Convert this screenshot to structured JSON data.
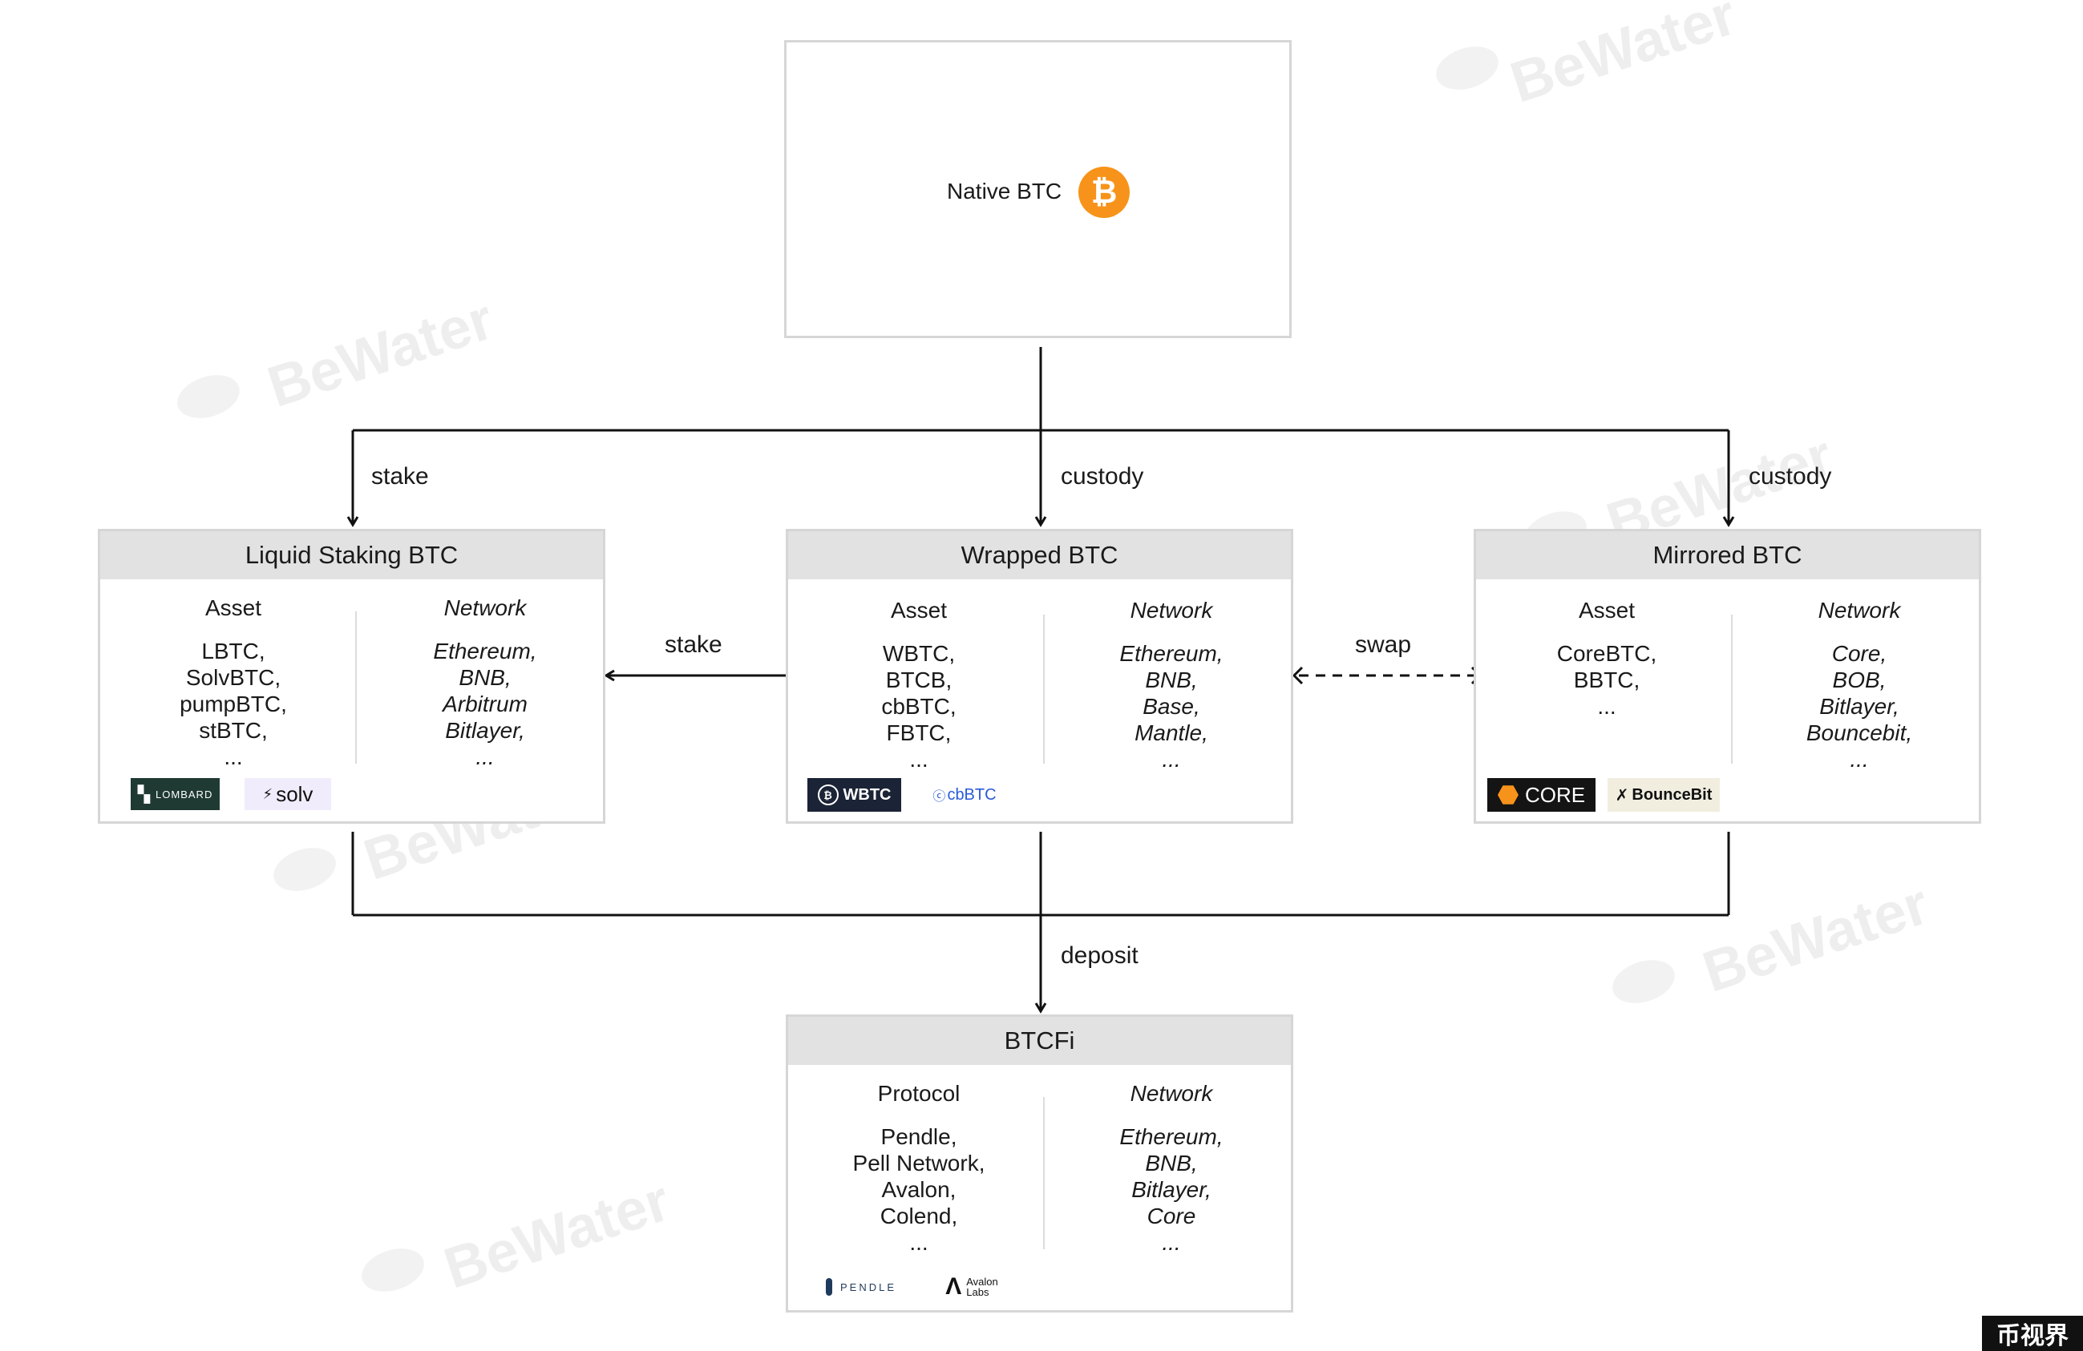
{
  "watermark_text": "BeWater",
  "corner_badge": "币视界",
  "native": {
    "label": "Native BTC",
    "icon": "bitcoin-icon",
    "icon_color": "#f7931a",
    "icon_glyph": "₿"
  },
  "edges": {
    "stake_down": "stake",
    "custody_wrapped": "custody",
    "custody_mirrored": "custody",
    "stake_left": "stake",
    "swap": "swap",
    "deposit": "deposit"
  },
  "liquid": {
    "title": "Liquid Staking BTC",
    "asset_header": "Asset",
    "assets": [
      "LBTC,",
      "SolvBTC,",
      "pumpBTC,",
      "stBTC,",
      "..."
    ],
    "network_header": "Network",
    "networks": [
      "Ethereum,",
      "BNB,",
      "Arbitrum",
      "Bitlayer,",
      "..."
    ],
    "logos": [
      "LOMBARD",
      "solv"
    ]
  },
  "wrapped": {
    "title": "Wrapped BTC",
    "asset_header": "Asset",
    "assets": [
      "WBTC,",
      "BTCB,",
      "cbBTC,",
      "FBTC,",
      "..."
    ],
    "network_header": "Network",
    "networks": [
      "Ethereum,",
      "BNB,",
      "Base,",
      "Mantle,",
      "..."
    ],
    "logos": [
      "WBTC",
      "cbBTC"
    ]
  },
  "mirrored": {
    "title": "Mirrored BTC",
    "asset_header": "Asset",
    "assets": [
      "CoreBTC,",
      "BBTC,",
      "..."
    ],
    "network_header": "Network",
    "networks": [
      "Core,",
      "BOB,",
      "Bitlayer,",
      "Bouncebit,",
      "..."
    ],
    "logos": [
      "CORE",
      "BounceBit"
    ]
  },
  "btcfi": {
    "title": "BTCFi",
    "protocol_header": "Protocol",
    "protocols": [
      "Pendle,",
      "Pell Network,",
      "Avalon,",
      "Colend,",
      "..."
    ],
    "network_header": "Network",
    "networks": [
      "Ethereum,",
      "BNB,",
      "Bitlayer,",
      "Core",
      "..."
    ],
    "logos": [
      "PENDLE",
      "Avalon",
      "Labs"
    ]
  },
  "colors": {
    "line": "#111111",
    "box_border": "#d6d6d6",
    "header_bg": "#e2e2e2",
    "core_orange": "#f7931a"
  }
}
